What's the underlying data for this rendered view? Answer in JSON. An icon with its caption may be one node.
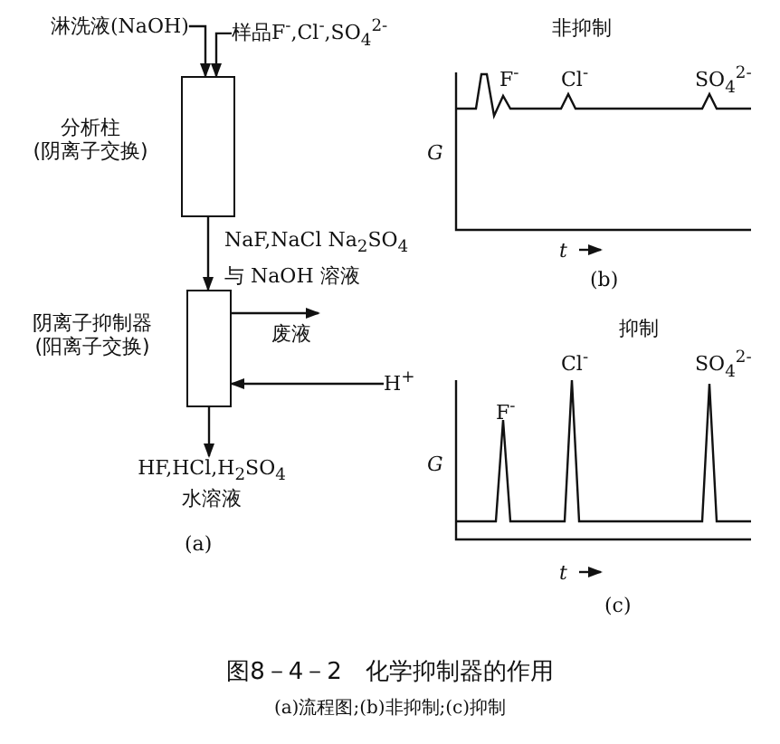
{
  "diagram": {
    "caption": "图8－4－2　化学抑制器的作用",
    "nodes": [
      {
        "text": [
          "淋洗液(NaOH)"
        ]
      },
      {
        "text": [
          "样品F$^{-}$,Cl$^{-}$,SO$_{4}$$^{2-}$"
        ]
      },
      {
        "text": [],
        "shape": "box",
        "beside": [
          "分析柱 (阴离子交换)"
        ]
      },
      {
        "text": [],
        "shape": "box",
        "beside": [
          "阴离子抑制器 (阳离子交换)"
        ]
      },
      {
        "text": [
          "H$^{+}$"
        ]
      },
      {
        "text": [
          "HF,HCl,H$_{2}$SO$_{4}$ 水溶液"
        ]
      }
    ],
    "edges": [
      {
        "from": 0,
        "to": 2,
        "arrow": "to"
      },
      {
        "from": 1,
        "to": 2,
        "arrow": "to"
      },
      {
        "from": 2,
        "to": 3,
        "arrow": "to",
        "label": "NaF,NaCl Na$_{2}$SO$_{4}$ 与 NaOH 溶液"
      },
      {
        "from": 3,
        "to": null,
        "arrow": "to",
        "label": "废液"
      },
      {
        "from": 4,
        "to": 3,
        "arrow": "to"
      },
      {
        "from": 3,
        "to": 5,
        "arrow": "to"
      }
    ],
    "labels": [
      "(a)",
      "非抑制",
      "F$^{-}$",
      "Cl$^{-}$",
      "SO$_{4}$$^{2-}$",
      "G",
      "t",
      "(b)",
      "抑制",
      "Cl$^{-}$",
      "SO$_{4}$$^{2-}$",
      "F$^{-}$",
      "G",
      "t",
      "(c)",
      "(a)流程图;(b)非抑制;(c)抑制"
    ]
  }
}
